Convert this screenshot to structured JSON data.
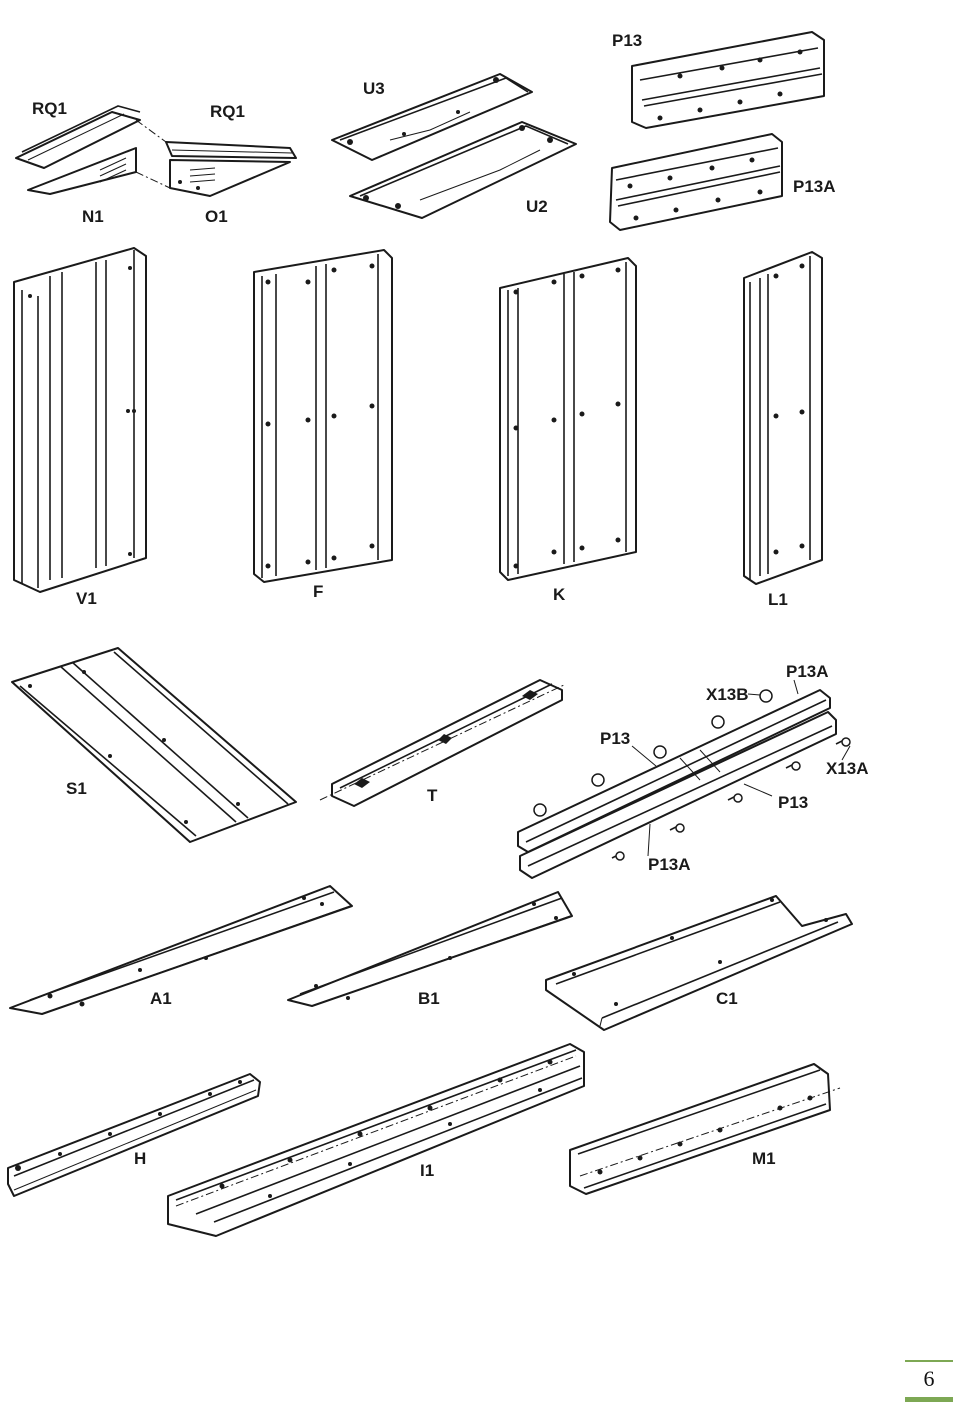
{
  "parts": {
    "rq1_left": "RQ1",
    "rq1_right": "RQ1",
    "n1": "N1",
    "o1": "O1",
    "u3": "U3",
    "u2": "U2",
    "p13_top": "P13",
    "p13a_top": "P13A",
    "v1": "V1",
    "f": "F",
    "k": "K",
    "l1": "L1",
    "s1": "S1",
    "t": "T",
    "a1": "A1",
    "b1": "B1",
    "c1": "C1",
    "h": "H",
    "i1": "I1",
    "m1": "M1"
  },
  "assembly": {
    "p13a_upper": "P13A",
    "x13b": "X13B",
    "p13_upper": "P13",
    "x13a": "X13A",
    "p13_lower": "P13",
    "p13a_lower": "P13A"
  },
  "page": {
    "number": "6",
    "accent_color": "#7da854"
  }
}
